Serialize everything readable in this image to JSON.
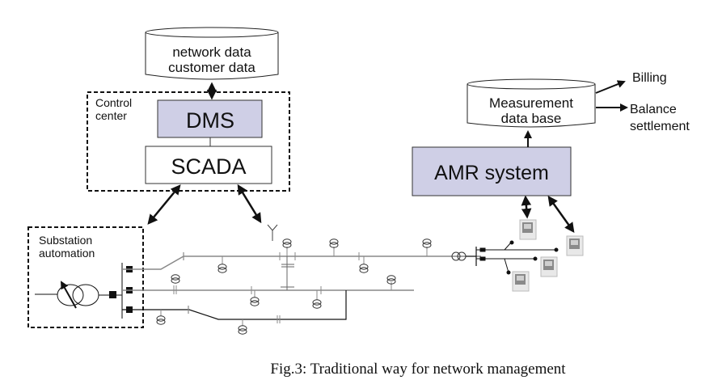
{
  "figure": {
    "caption": "Fig.3: Traditional way for network management"
  },
  "control_center": {
    "label_line1": "Control",
    "label_line2": "center",
    "database": {
      "line1": "network data",
      "line2": "customer data"
    },
    "dms": {
      "label": "DMS",
      "fill": "#cfcfe6"
    },
    "scada": {
      "label": "SCADA",
      "fill": "#ffffff"
    }
  },
  "substation": {
    "label_line1": "Substation",
    "label_line2": "automation"
  },
  "amr": {
    "system": {
      "label": "AMR system",
      "fill": "#cfcfe6"
    },
    "database": {
      "line1": "Measurement",
      "line2": "data base"
    },
    "outputs": [
      {
        "line1": "Billing",
        "line2": ""
      },
      {
        "line1": "Balance",
        "line2": "settlement"
      }
    ],
    "meter_count": 4
  },
  "colors": {
    "box_fill": "#cfcfe6",
    "line": "#111111",
    "grid_line": "#888888"
  }
}
